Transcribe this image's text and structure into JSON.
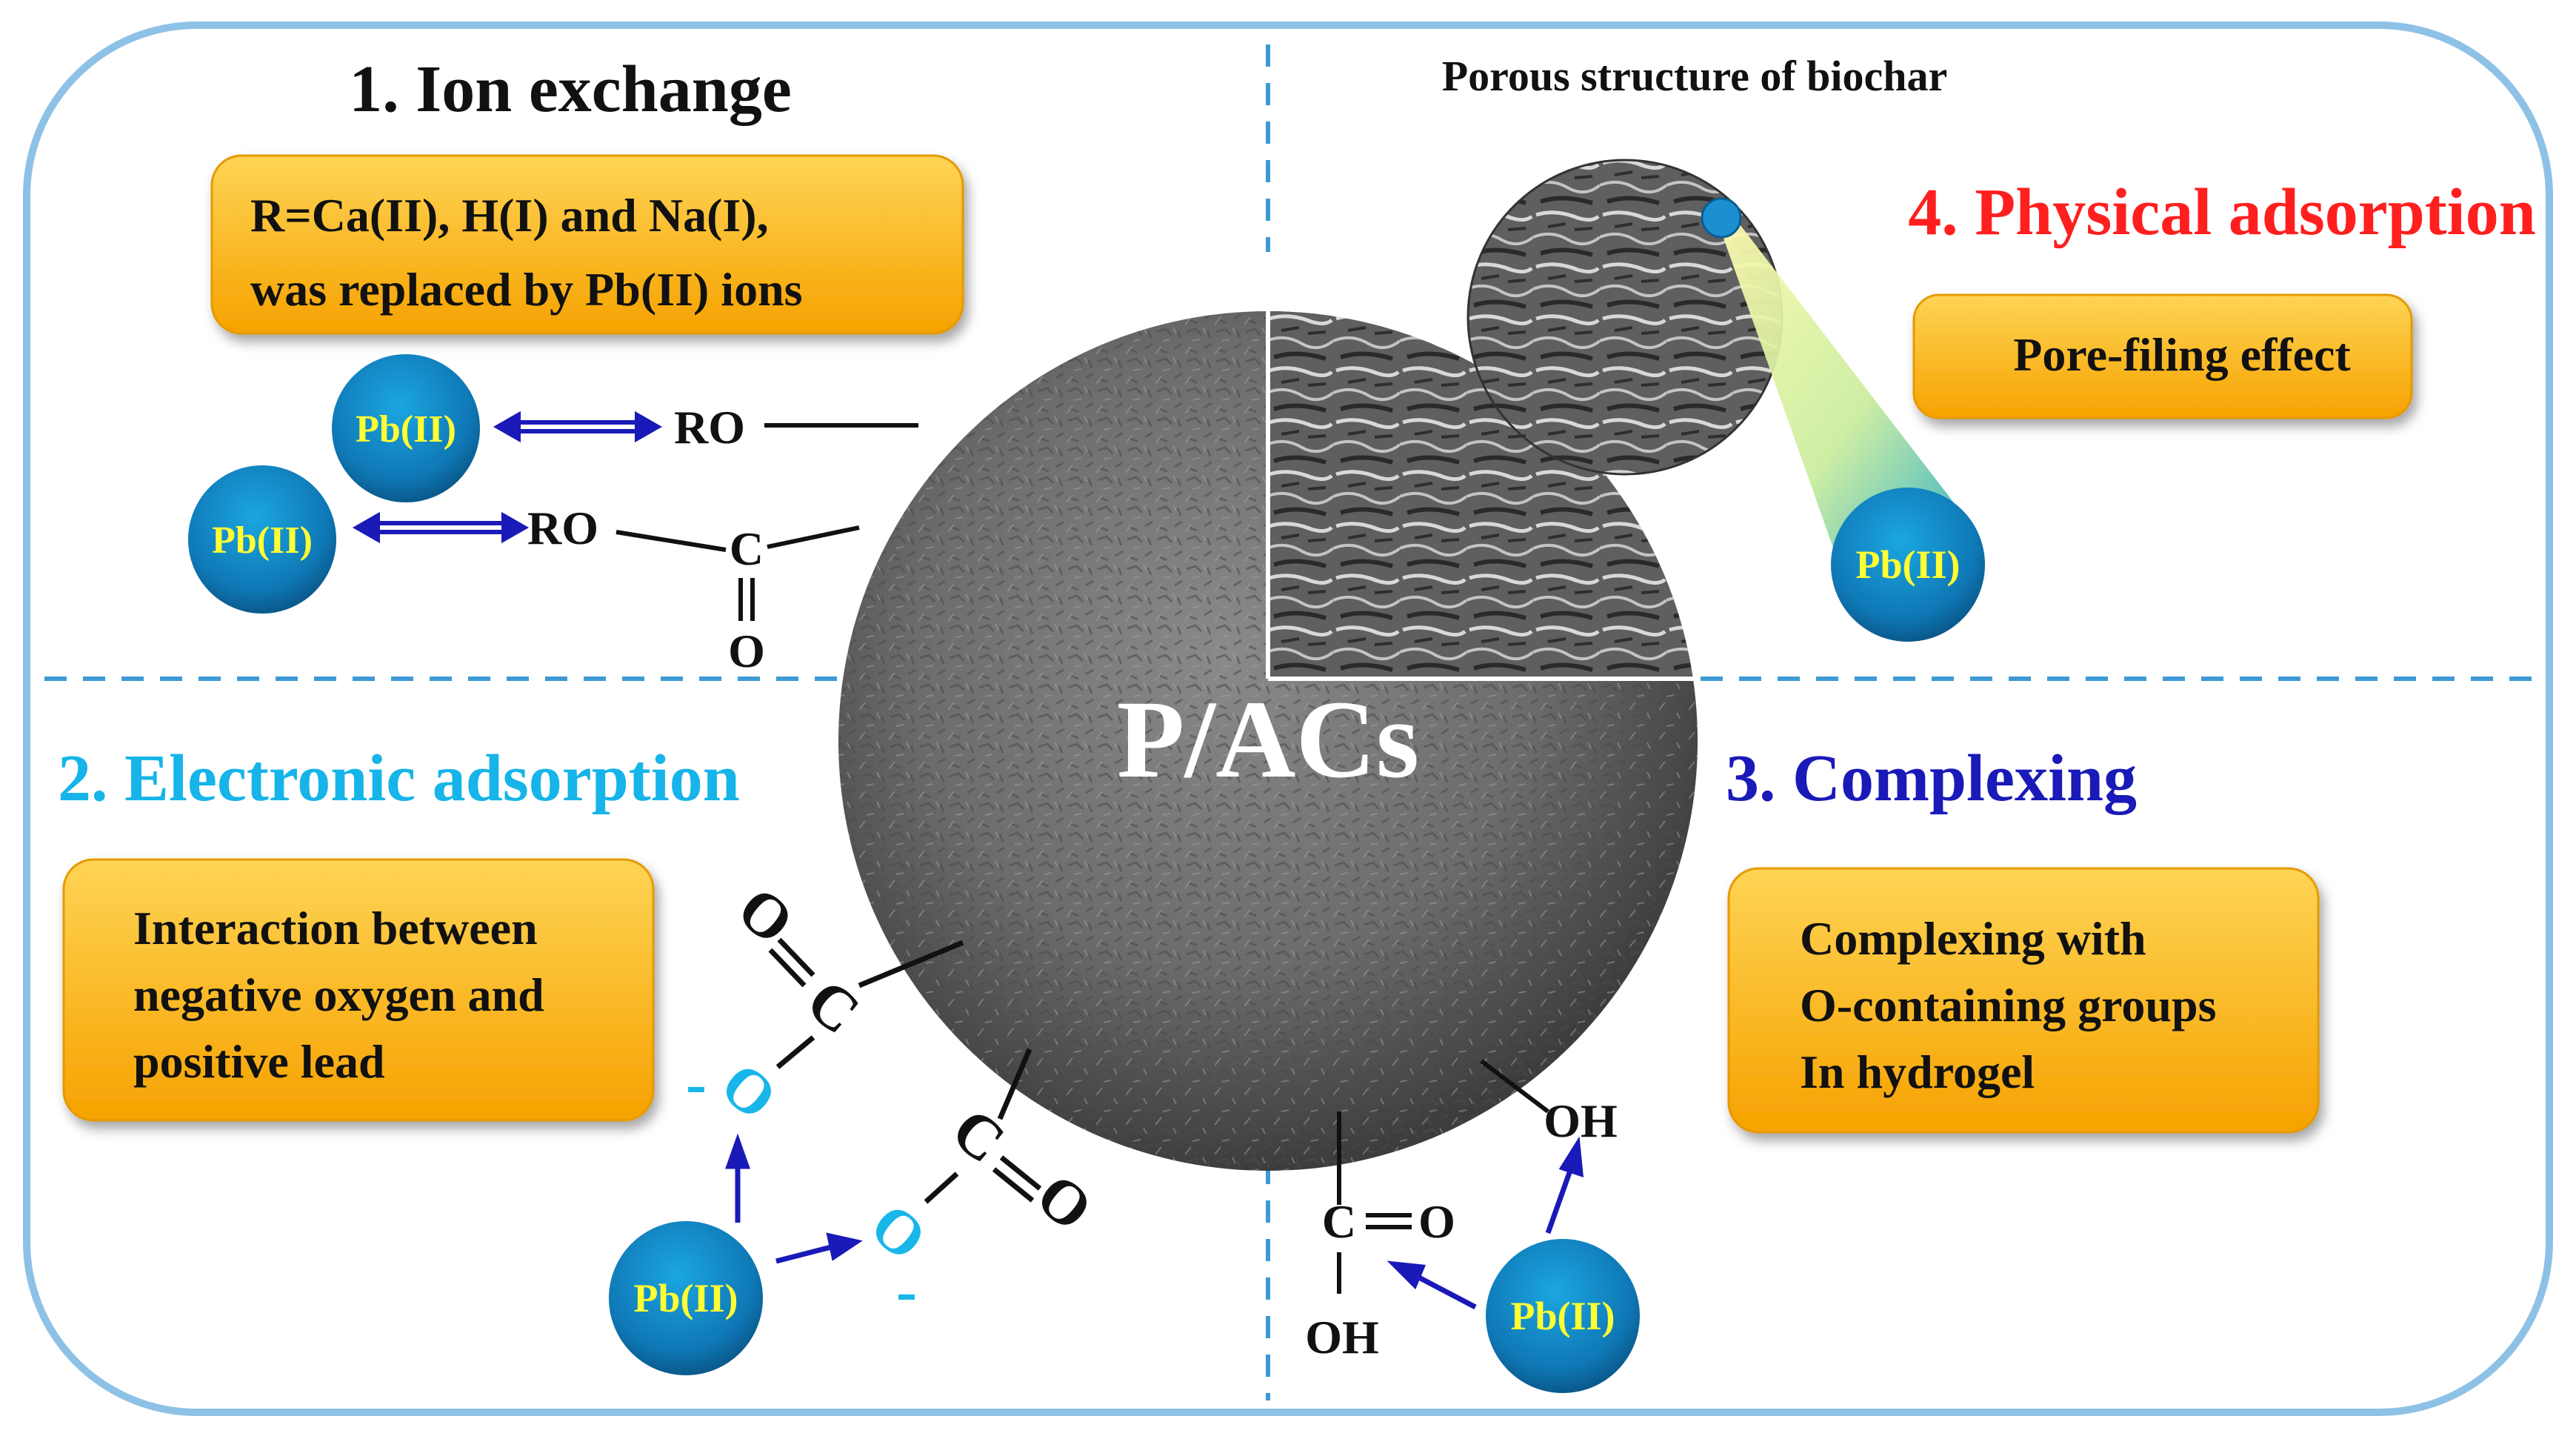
{
  "center_label": "P/ACs",
  "quadrants": {
    "ion_exchange": {
      "title": "1. Ion exchange",
      "box_lines": [
        "R=Ca(II), H(I) and Na(I),",
        "was replaced by Pb(II) ions"
      ],
      "chem": {
        "ro_1": "RO",
        "ro_2": "RO",
        "c": "C",
        "o": "O"
      },
      "ions": [
        "Pb(II)",
        "Pb(II)"
      ]
    },
    "electronic_adsorption": {
      "title": "2. Electronic adsorption",
      "box_lines": [
        "Interaction between",
        "negative oxygen and",
        "positive lead"
      ],
      "chem": {
        "o_top": "O",
        "c_top": "C",
        "o_neg_1": "O",
        "c_bottom": "C",
        "o_right": "O",
        "o_neg_2": "O",
        "minus": "-"
      },
      "ion": "Pb(II)"
    },
    "complexing": {
      "title": "3. Complexing",
      "box_lines": [
        "Complexing with",
        "O-containing groups",
        "In hydrogel"
      ],
      "chem": {
        "oh_top": "OH",
        "c": "C",
        "eq_o": "O",
        "oh_bottom": "OH"
      },
      "ion": "Pb(II)"
    },
    "physical_adsorption": {
      "caption": "Porous structure of biochar",
      "title": "4. Physical adsorption",
      "box_text": "Pore-filing effect",
      "ion": "Pb(II)"
    }
  },
  "colors": {
    "frame": "#8ec1e6",
    "divider": "#3d9ad6",
    "box_fill_top": "#fdcc3a",
    "box_fill_bottom": "#f5a400",
    "ion_fill": "#1783bf",
    "ion_text": "#ffff33",
    "arrow": "#1a1ab8",
    "title_electronic": "#16b4e8",
    "title_complexing": "#1a1ab8",
    "title_physical": "#ff1f1f",
    "neg_oxygen": "#19b6ea"
  }
}
